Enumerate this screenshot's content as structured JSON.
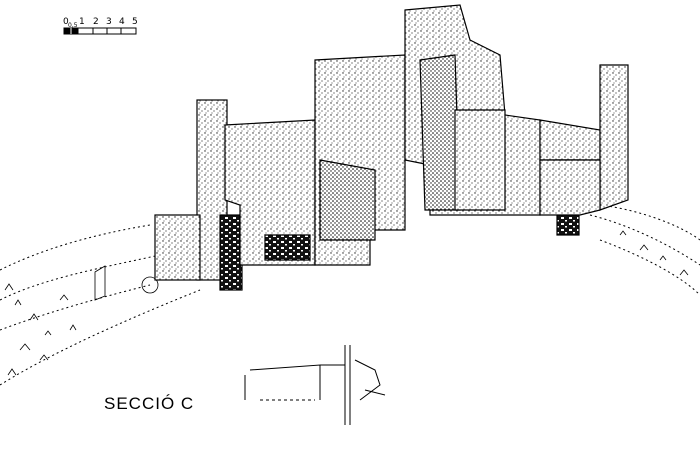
{
  "scale_bar": {
    "zero": "0",
    "half": "0,5",
    "ticks": [
      "1",
      "2",
      "3",
      "4",
      "5"
    ]
  },
  "section_label": "SECCIÓ  C",
  "colors": {
    "ink": "#000000",
    "paper": "#ffffff"
  }
}
